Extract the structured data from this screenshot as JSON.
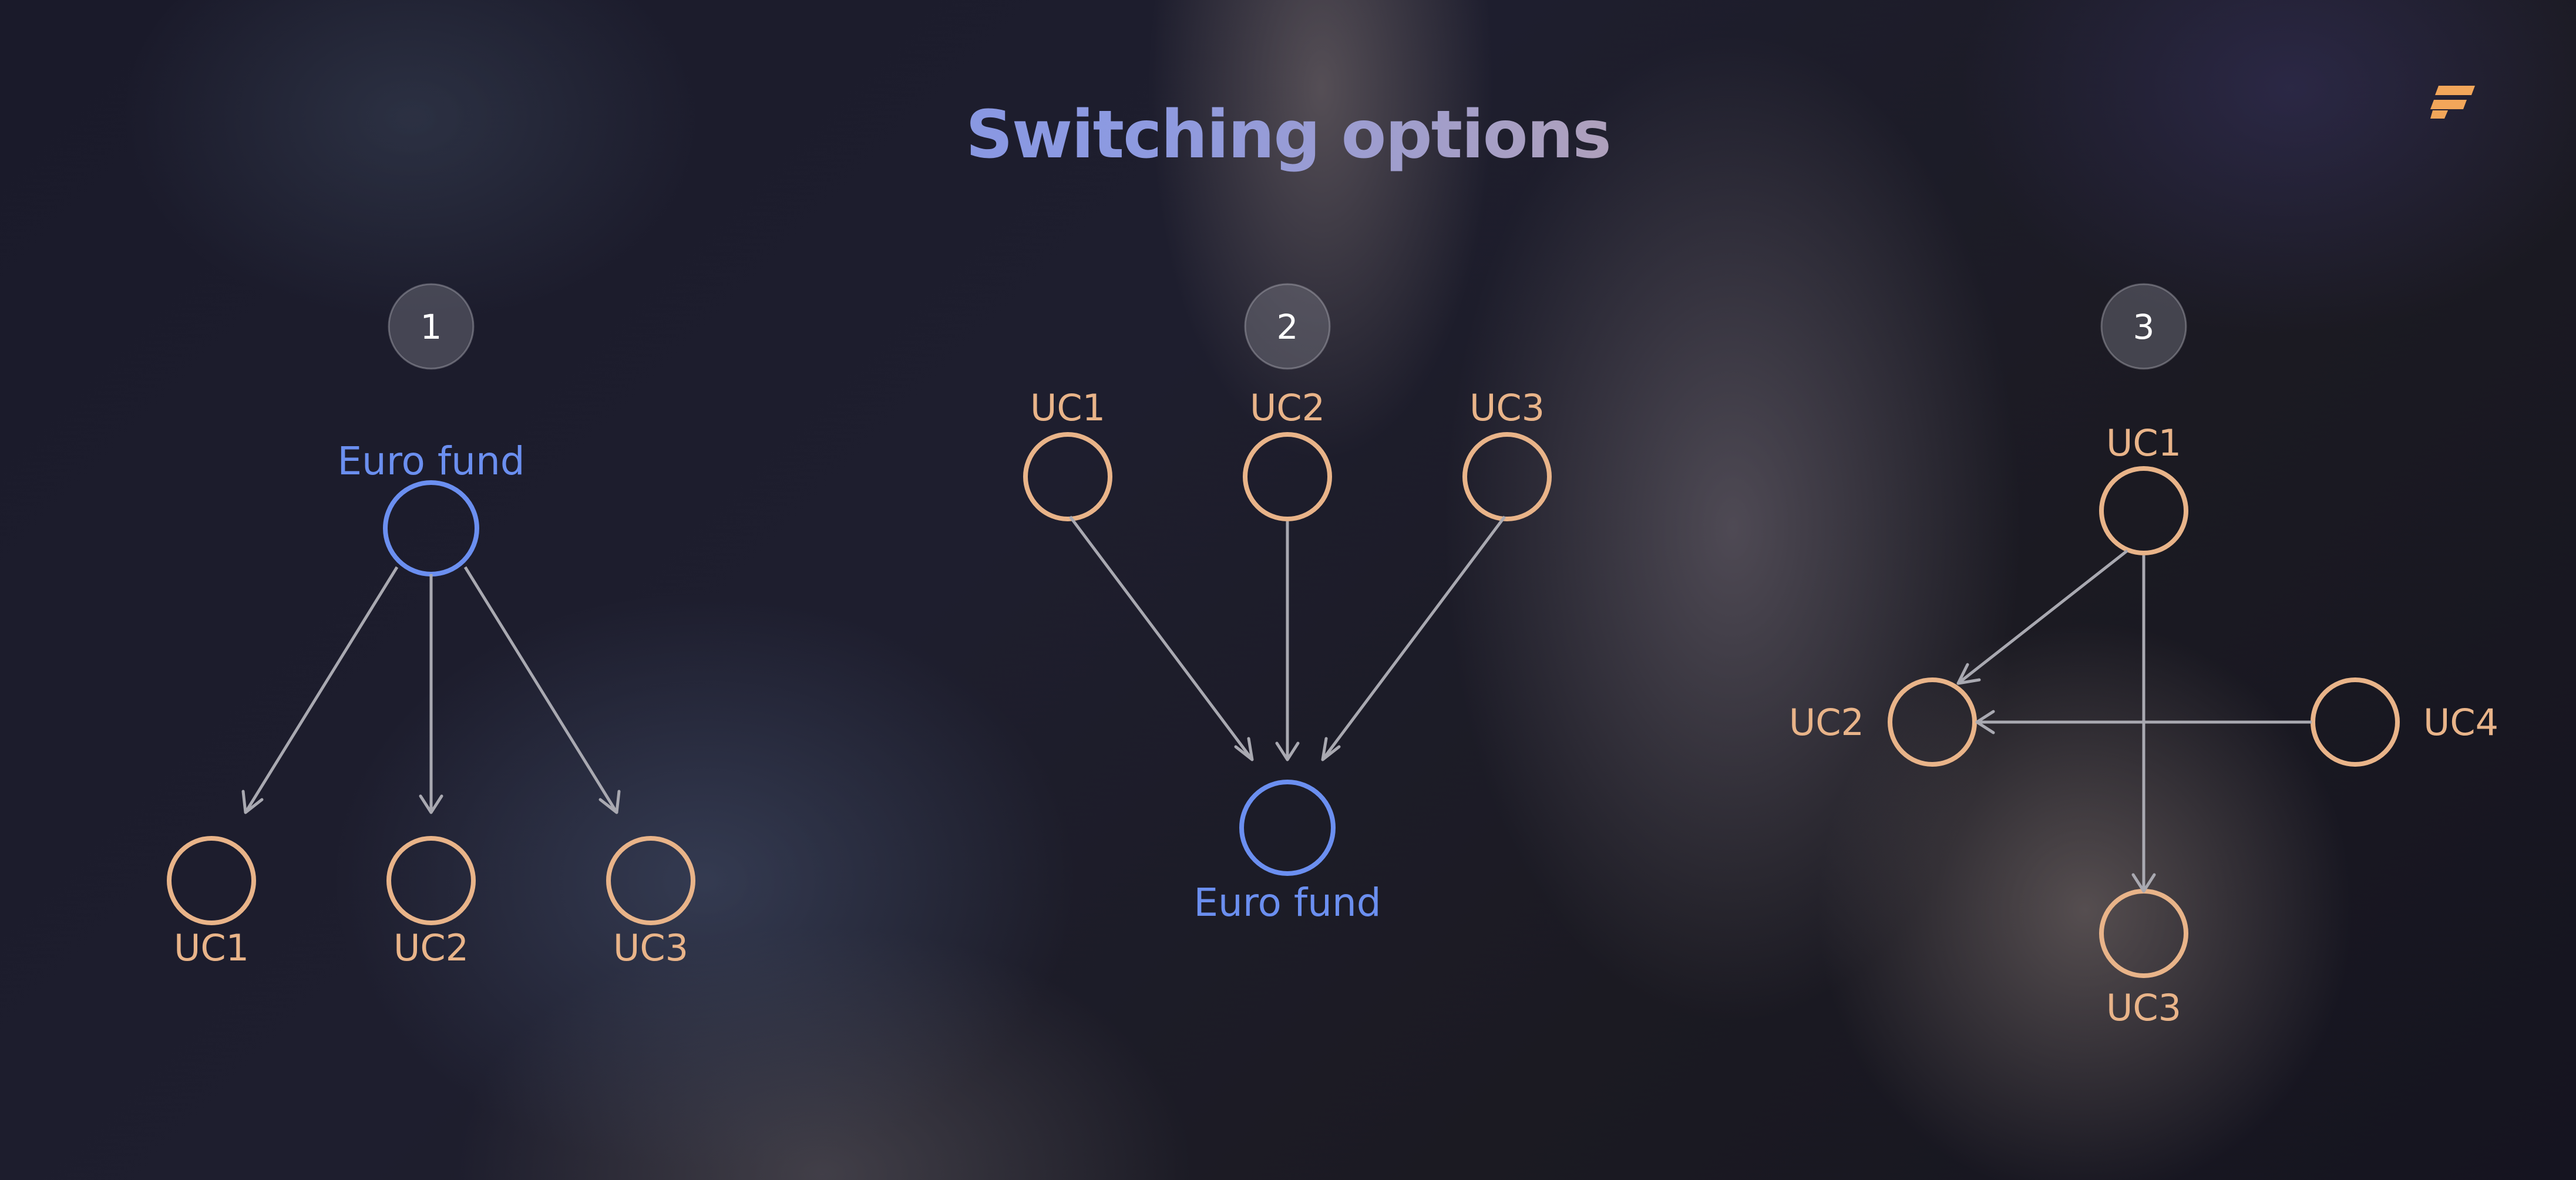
{
  "title": "Switching options",
  "colors": {
    "uc_node": "#e9b489",
    "euro_node": "#6b8ff0",
    "edge": "#a9a9b1",
    "logo": "#f2a65a"
  },
  "logo_icon": "brand-logo-icon",
  "diagrams": [
    {
      "number": "1",
      "source": "Euro fund",
      "targets": [
        "UC1",
        "UC2",
        "UC3"
      ]
    },
    {
      "number": "2",
      "sources": [
        "UC1",
        "UC2",
        "UC3"
      ],
      "target": "Euro fund"
    },
    {
      "number": "3",
      "nodes": [
        "UC1",
        "UC2",
        "UC3",
        "UC4"
      ],
      "edges": [
        {
          "from": "UC1",
          "to": "UC2"
        },
        {
          "from": "UC1",
          "to": "UC3"
        },
        {
          "from": "UC4",
          "to": "UC2"
        }
      ]
    }
  ]
}
